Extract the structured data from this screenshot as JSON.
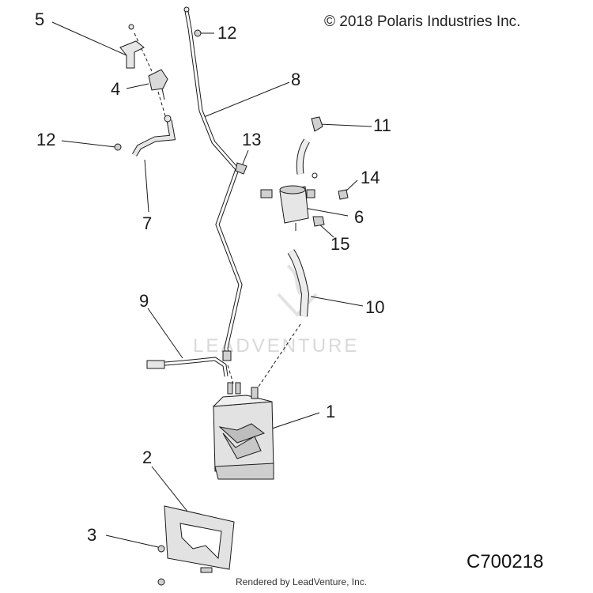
{
  "header": {
    "copyright": "© 2018 Polaris Industries Inc."
  },
  "footer": {
    "drawing_id": "C700218",
    "rendered_by": "Rendered by LeadVenture, Inc."
  },
  "watermark": {
    "text": "LEADVENTURE"
  },
  "callouts": [
    {
      "id": "5",
      "text": "5"
    },
    {
      "id": "12a",
      "text": "12"
    },
    {
      "id": "4",
      "text": "4"
    },
    {
      "id": "8",
      "text": "8"
    },
    {
      "id": "11",
      "text": "11"
    },
    {
      "id": "12b",
      "text": "12"
    },
    {
      "id": "13",
      "text": "13"
    },
    {
      "id": "14",
      "text": "14"
    },
    {
      "id": "7",
      "text": "7"
    },
    {
      "id": "6",
      "text": "6"
    },
    {
      "id": "15",
      "text": "15"
    },
    {
      "id": "9",
      "text": "9"
    },
    {
      "id": "10",
      "text": "10"
    },
    {
      "id": "1",
      "text": "1"
    },
    {
      "id": "2",
      "text": "2"
    },
    {
      "id": "3",
      "text": "3"
    }
  ],
  "colors": {
    "ink": "#1a1a1a",
    "part_fill": "#e6e6e6",
    "part_shade": "#bdbdbd",
    "watermark": "#d9d9d9"
  }
}
